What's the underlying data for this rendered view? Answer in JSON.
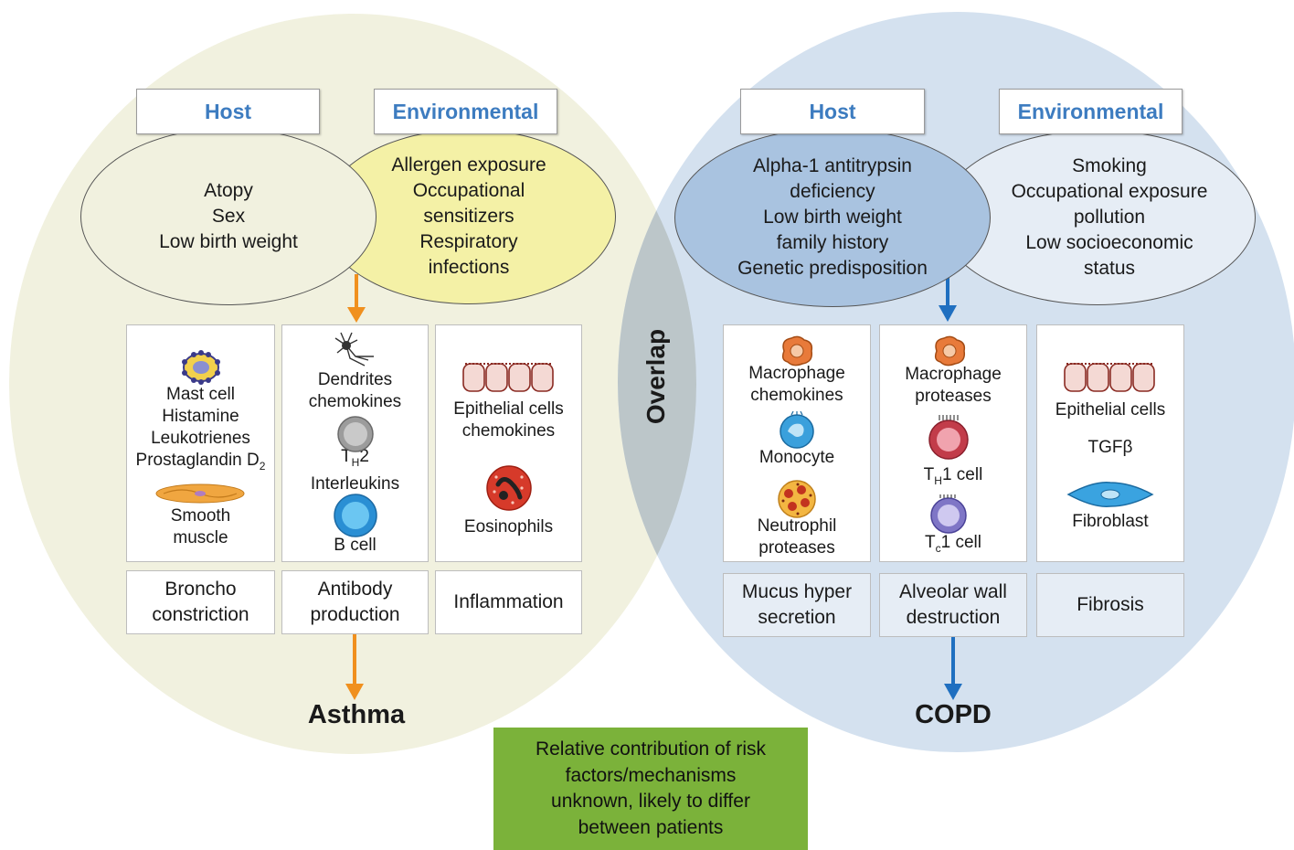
{
  "asthma": {
    "host_tab": "Host",
    "env_tab": "Environmental",
    "host_factors": [
      "Atopy",
      "Sex",
      "Low birth weight"
    ],
    "env_factors": [
      "Allergen exposure",
      "Occupational",
      "sensitizers",
      "Respiratory",
      "infections"
    ],
    "panel1": {
      "lines": [
        "Mast cell",
        "Histamine",
        "Leukotrienes",
        "Prostaglandin D"
      ],
      "prostaglandin_sub": "2",
      "smooth": [
        "Smooth",
        "muscle"
      ]
    },
    "panel2": {
      "top": [
        "Dendrites",
        "chemokines"
      ],
      "th2_main": "T",
      "th2_sub": "H",
      "th2_tail": "2",
      "interleukins": "Interleukins",
      "bcell": "B cell"
    },
    "panel3": {
      "top": [
        "Epithelial cells",
        "chemokines"
      ],
      "eos": "Eosinophils"
    },
    "results": [
      [
        "Broncho",
        "constriction"
      ],
      [
        "Antibody",
        "production"
      ],
      [
        "Inflammation"
      ]
    ],
    "outcome": "Asthma"
  },
  "copd": {
    "host_tab": "Host",
    "env_tab": "Environmental",
    "host_factors": [
      "Alpha-1 antitrypsin",
      "deficiency",
      "Low birth weight",
      "family history",
      "Genetic predisposition"
    ],
    "env_factors": [
      "Smoking",
      "Occupational exposure",
      "pollution",
      "Low socioeconomic",
      "status"
    ],
    "panel1": {
      "top": [
        "Macrophage",
        "chemokines"
      ],
      "monocyte": "Monocyte",
      "neutro": [
        "Neutrophil",
        "proteases"
      ]
    },
    "panel2": {
      "top": [
        "Macrophage",
        "proteases"
      ],
      "th1_main": "T",
      "th1_sub": "H",
      "th1_tail": "1 cell",
      "tc1_main": "T",
      "tc1_sub": "c",
      "tc1_tail": "1 cell"
    },
    "panel3": {
      "top": "Epithelial cells",
      "tgf": "TGFβ",
      "fibro": "Fibroblast"
    },
    "results": [
      [
        "Mucus hyper",
        "secretion"
      ],
      [
        "Alveolar wall",
        "destruction"
      ],
      [
        "Fibrosis"
      ]
    ],
    "outcome": "COPD"
  },
  "overlap": "Overlap",
  "note": [
    "Relative contribution of risk",
    "factors/mechanisms",
    "unknown, likely to differ",
    "between patients"
  ],
  "colors": {
    "asthma_bg": "#f1f1df",
    "copd_bg": "#d4e1ef",
    "overlap_bg": "#bcc6c9",
    "asthma_arrow": "#f0901e",
    "copd_arrow": "#1f6fc0",
    "note_bg": "#7bb23a",
    "tab_text": "#3d7cc0"
  }
}
